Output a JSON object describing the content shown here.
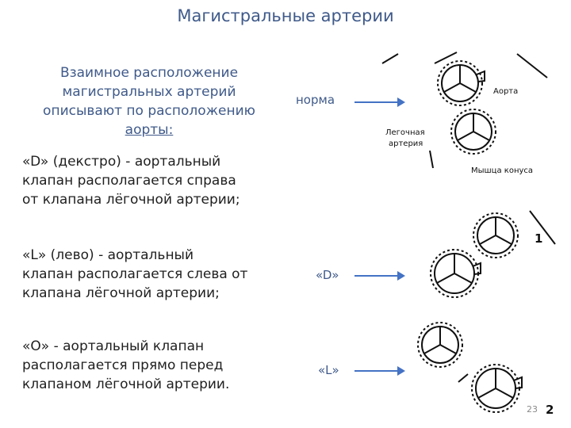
{
  "title": "Магистральные артерии",
  "intro_lines": [
    "Взаимное расположение",
    "магистральных артерий",
    "описывают по расположению",
    "аорты:"
  ],
  "types": [
    {
      "key": "«D»",
      "text_lines": [
        "«D» (декстро) - аортальный",
        "клапан располагается справа",
        "от клапана лёгочной артерии;"
      ]
    },
    {
      "key": "«L»",
      "text_lines": [
        "«L» (лево) - аортальный",
        "клапан располагается слева от",
        "клапана лёгочной артерии;"
      ]
    },
    {
      "key": "«O»",
      "text_lines": [
        "«O» - аортальный клапан",
        "располагается прямо перед",
        "клапаном лёгочной артерии."
      ]
    }
  ],
  "labels": {
    "norma": "норма",
    "d": "«D»",
    "l": "«L»"
  },
  "figure": {
    "aorta": "Аорта",
    "pulmonary_line1": "Легочная",
    "pulmonary_line2": "артерия",
    "muscle": "Мышца конуса",
    "fig1": "1",
    "fig2": "2"
  },
  "page_number": "23",
  "colors": {
    "heading": "#3f5a8a",
    "arrow": "#4472c4",
    "text": "#1f1f1f"
  }
}
